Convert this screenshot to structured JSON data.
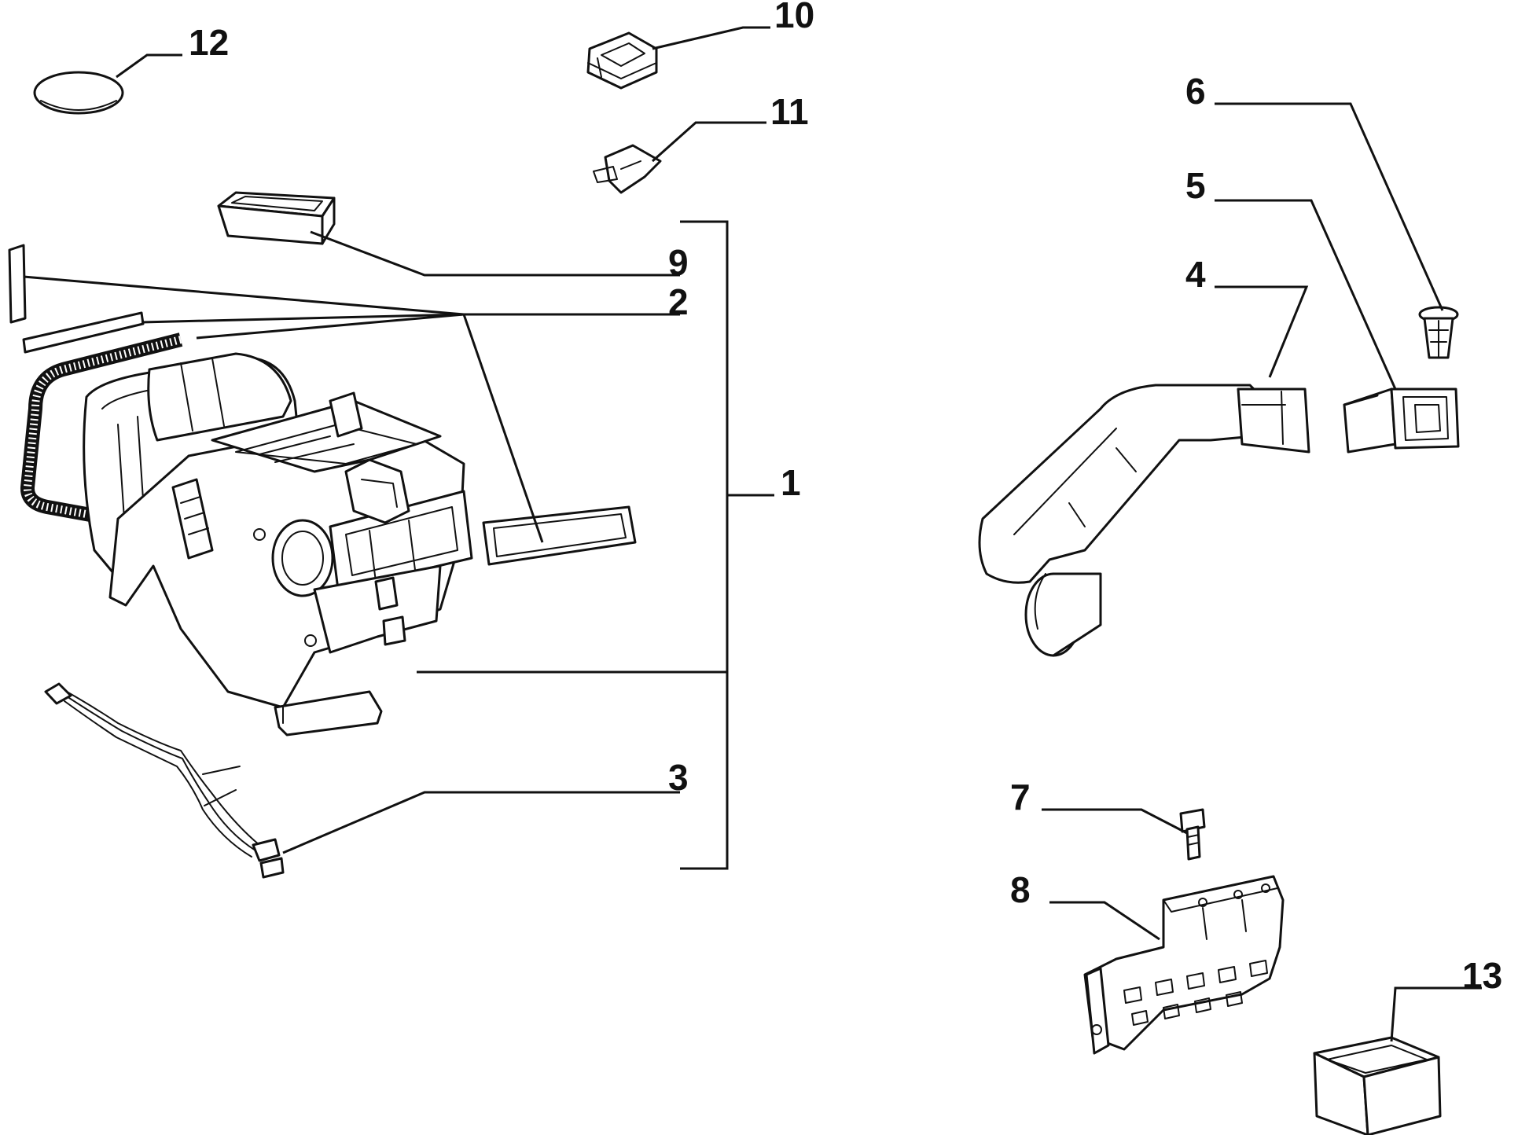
{
  "callouts": [
    {
      "id": "p1",
      "label": "1"
    },
    {
      "id": "p2",
      "label": "2"
    },
    {
      "id": "p3",
      "label": "3"
    },
    {
      "id": "p4",
      "label": "4"
    },
    {
      "id": "p5",
      "label": "5"
    },
    {
      "id": "p6",
      "label": "6"
    },
    {
      "id": "p7",
      "label": "7"
    },
    {
      "id": "p8",
      "label": "8"
    },
    {
      "id": "p9",
      "label": "9"
    },
    {
      "id": "p10",
      "label": "10"
    },
    {
      "id": "p11",
      "label": "11"
    },
    {
      "id": "p12",
      "label": "12"
    },
    {
      "id": "p13",
      "label": "13"
    }
  ]
}
